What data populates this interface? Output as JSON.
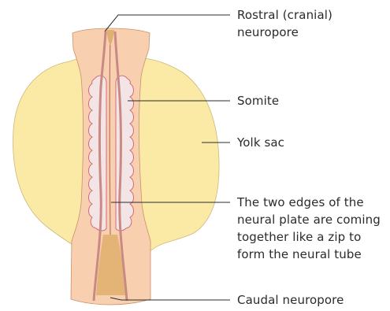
{
  "labels": {
    "rostral_neuropore": {
      "line1": "Rostral (cranial)",
      "line2": "neuropore"
    },
    "somite": "Somite",
    "yolk_sac": "Yolk sac",
    "neural_plate_edges": {
      "line1": "The two edges of the",
      "line2": "neural plate are coming",
      "line3": "together like a zip to",
      "line4": "form the neural tube"
    },
    "caudal_neuropore": "Caudal neuropore"
  },
  "colors": {
    "yolk_sac_fill": "#fbe9a6",
    "yolk_sac_stroke": "#c9b97a",
    "embryo_fill": "#f8d0b0",
    "embryo_stroke": "#c9906a",
    "neural_fold": "#c98a86",
    "neural_groove": "#e0b070",
    "somite_fill": "#f3e4e6",
    "somite_stroke": "#d06070",
    "leader_line": "#2b2b2b"
  }
}
